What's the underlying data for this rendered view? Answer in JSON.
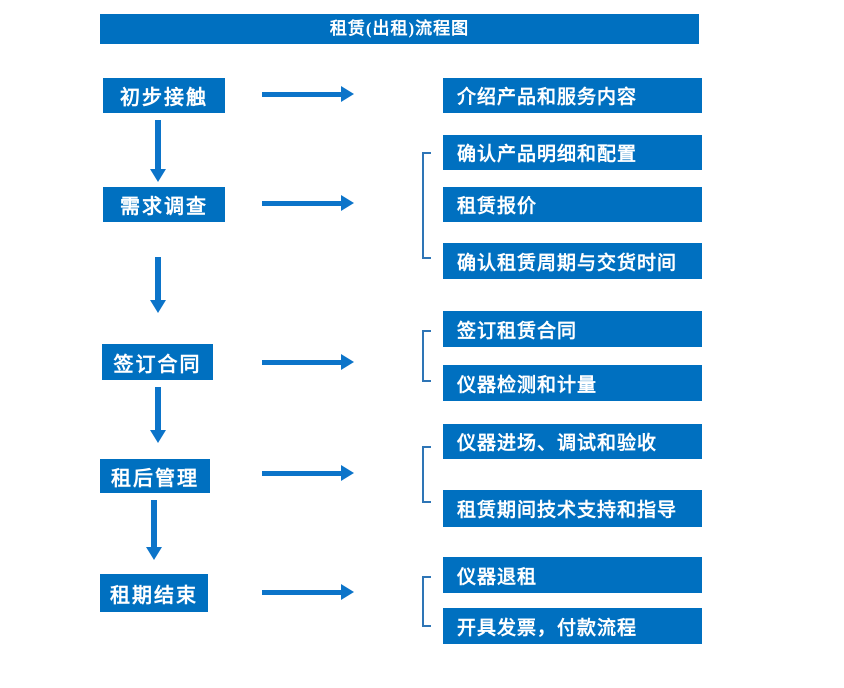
{
  "title": "租赁(出租)流程图",
  "colors": {
    "box_blue": "#0070c0",
    "arrow_blue": "#0c74c9",
    "bracket_blue": "#2e75b6",
    "text_white": "#ffffff"
  },
  "steps": [
    {
      "label": "初步接触",
      "details": [
        "介绍产品和服务内容"
      ]
    },
    {
      "label": "需求调查",
      "details": [
        "确认产品明细和配置",
        "租赁报价",
        "确认租赁周期与交货时间"
      ]
    },
    {
      "label": "签订合同",
      "details": [
        "签订租赁合同",
        "仪器检测和计量"
      ]
    },
    {
      "label": "租后管理",
      "details": [
        "仪器进场、调试和验收",
        "租赁期间技术支持和指导"
      ]
    },
    {
      "label": "租期结束",
      "details": [
        "仪器退租",
        "开具发票，付款流程"
      ]
    }
  ]
}
